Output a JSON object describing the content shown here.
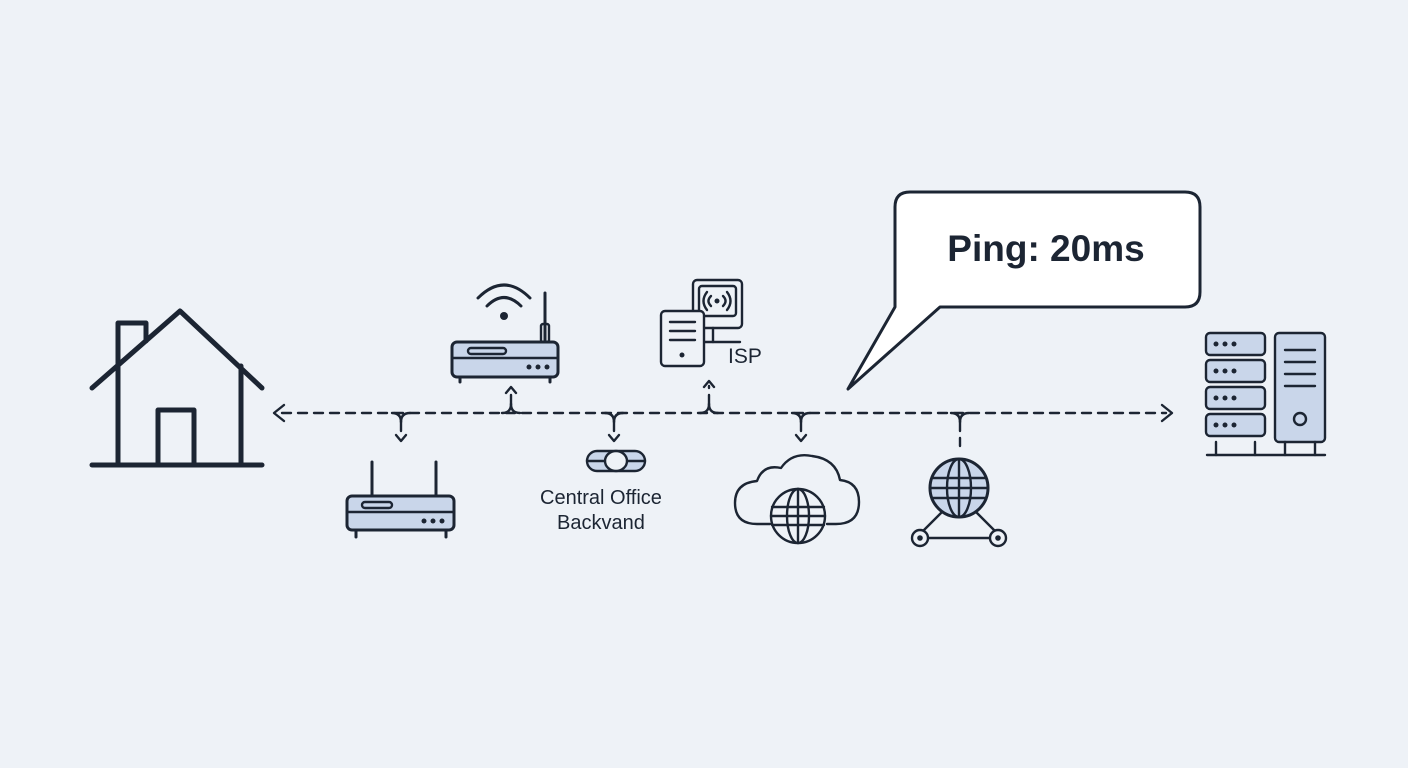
{
  "callout": {
    "text": "Ping: 20ms"
  },
  "labels": {
    "isp": "ISP",
    "central_office_line1": "Central Office",
    "central_office_line2": "Backvand"
  },
  "nodes": [
    {
      "id": "home",
      "icon": "house-icon"
    },
    {
      "id": "modem",
      "icon": "router-icon"
    },
    {
      "id": "wifi-router",
      "icon": "wifi-router-icon"
    },
    {
      "id": "central-office",
      "icon": "cable-connector-icon"
    },
    {
      "id": "isp",
      "icon": "isp-server-icon"
    },
    {
      "id": "cloud",
      "icon": "cloud-globe-icon"
    },
    {
      "id": "internet-exchange",
      "icon": "globe-network-icon"
    },
    {
      "id": "game-server",
      "icon": "server-rack-icon"
    }
  ],
  "colors": {
    "background": "#eef2f7",
    "ink": "#1c2533",
    "accent": "#c9d6ea"
  }
}
